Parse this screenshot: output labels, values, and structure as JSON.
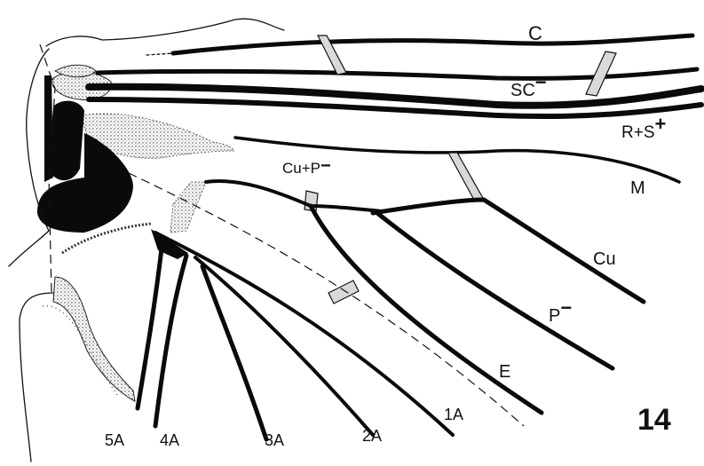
{
  "figure": {
    "number": "14",
    "vein_labels": {
      "c": "C",
      "sc": "SC",
      "sc_sign": "−",
      "rs": "R+S",
      "rs_sign": "+",
      "m": "M",
      "cup": "Cu+P",
      "cup_sign": "−",
      "cu": "Cu",
      "p": "P",
      "p_sign": "−",
      "e": "E",
      "a1": "1A",
      "a2": "2A",
      "a3": "3A",
      "a4": "4A",
      "a5": "5A"
    }
  }
}
